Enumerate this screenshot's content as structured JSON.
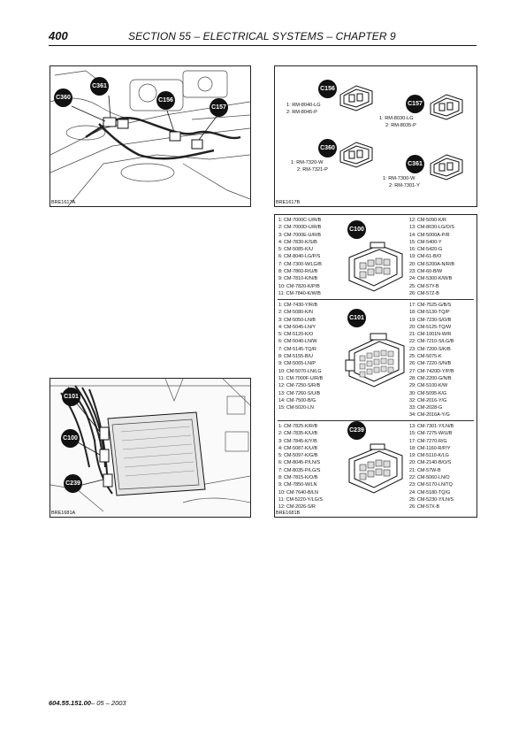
{
  "header": {
    "page_number": "400",
    "title": "SECTION 55 – ELECTRICAL SYSTEMS – CHAPTER 9"
  },
  "figures": {
    "fig1": {
      "code": "BRE1617A",
      "callouts": [
        "C361",
        "C360",
        "C156",
        "C157"
      ]
    },
    "fig2": {
      "code": "BRE1617B",
      "connectors": [
        {
          "id": "C156",
          "wires": [
            "1: RM-8040-LG",
            "2: RM-8045-P"
          ]
        },
        {
          "id": "C157",
          "wires": [
            "1: RM-8030-LG",
            "2: RM-8035-P"
          ]
        },
        {
          "id": "C360",
          "wires": [
            "1: RM-7320-W",
            "2: RM-7321-P"
          ]
        },
        {
          "id": "C361",
          "wires": [
            "1: RM-7300-W",
            "2: RM-7301-Y"
          ]
        }
      ]
    },
    "fig3": {
      "code": "BRE1681A",
      "callouts": [
        "C101",
        "C100",
        "C239"
      ]
    },
    "fig4": {
      "code": "BRE1681B",
      "c100": {
        "id": "C100",
        "left": [
          "1: CM-7000C-U/R/B",
          "2: CM-7000D-U/R/B",
          "3: CM-7000E-U/R/B",
          "4: CM-7830-K/S/B",
          "5: CM-5085-K/U",
          "6: CM-8040-LG/P/S",
          "7: CM-7300-W/LG/B",
          "8: CM-7860-R/U/B",
          "9: CM-7810-K/N/B",
          "10: CM-7820-K/P/B",
          "11: CM-7840-K/W/B"
        ],
        "right": [
          "12: CM-5090-K/R",
          "13: CM-8030-LG/O/S",
          "14: CM-5000A-P/R",
          "15: CM-5400-Y",
          "16: CM-5420-G",
          "19: CM-61-B/O",
          "20: CM-5200A-N/R/B",
          "23: CM-60-B/W",
          "24: CM-5300-K/W/B",
          "25: CM-57Y-B",
          "26: CM-57Z-B"
        ]
      },
      "c101": {
        "id": "C101",
        "left": [
          "1: CM-7430-Y/R/B",
          "2: CM-5080-K/N",
          "3: CM-5050-LN/B",
          "4: CM-5045-LN/Y",
          "5: CM-5120-K/O",
          "6: CM-5040-LN/W",
          "7: CM-5145-TQ/R",
          "8: CM-5155-B/U",
          "9: CM-5065-LN/P",
          "10: CM-5070-LN/LG",
          "11: CM-7000F-U/R/B",
          "12: CM-7250-S/R/B",
          "13: CM-7260-S/U/B",
          "14: CM-7500-B/G",
          "15: CM-5020-LN"
        ],
        "right": [
          "17: CM-7525-G/B/S",
          "18: CM-5130-TQ/P",
          "19: CM-7230-S/O/B",
          "20: CM-5125-TQ/W",
          "21: CM-1001N-W/R",
          "22: CM-7210-S/LG/B",
          "23: CM-7200-S/K/B",
          "25: CM-5075-K",
          "26: CM-7220-S/N/B",
          "27: CM-7420D-Y/P/B",
          "28: CM-2200-G/N/B",
          "29: CM-5100-K/W",
          "30: CM-5095-K/G",
          "32: CM-2016-Y/G",
          "33: CM-2028-G",
          "34: CM-2016A-Y/G"
        ]
      },
      "c239": {
        "id": "C239",
        "left": [
          "1: CM-7825-K/R/B",
          "2: CM-7835-K/U/B",
          "3: CM-7845-K/Y/B",
          "4: CM-5087-K/U/B",
          "5: CM-5097-K/G/B",
          "6: CM-8045-P/LN/S",
          "7: CM-8035-P/LG/S",
          "8: CM-7815-K/O/B",
          "9: CM-7850-W/LN",
          "10: CM-7640-B/LN",
          "11: CM-5220-Y/LG/S",
          "12: CM-2026-S/R"
        ],
        "right": [
          "13: CM-7301-Y/LN/B",
          "15: CM-7275-W/U/B",
          "17: CM-7270-R/G",
          "18: CM-1160-R/P/Y",
          "19: CM-5110-K/LG",
          "20: CM-2140-B/O/S",
          "21: CM-57W-B",
          "22: CM-5060-LN/O",
          "23: CM-5170-LN/TQ",
          "24: CM-5180-TQ/G",
          "25: CM-5230-Y/LN/S",
          "26: CM-57X-B"
        ]
      }
    }
  },
  "footer": {
    "doc_number": "604.55.151.00",
    "date": "– 05 – 2003"
  }
}
